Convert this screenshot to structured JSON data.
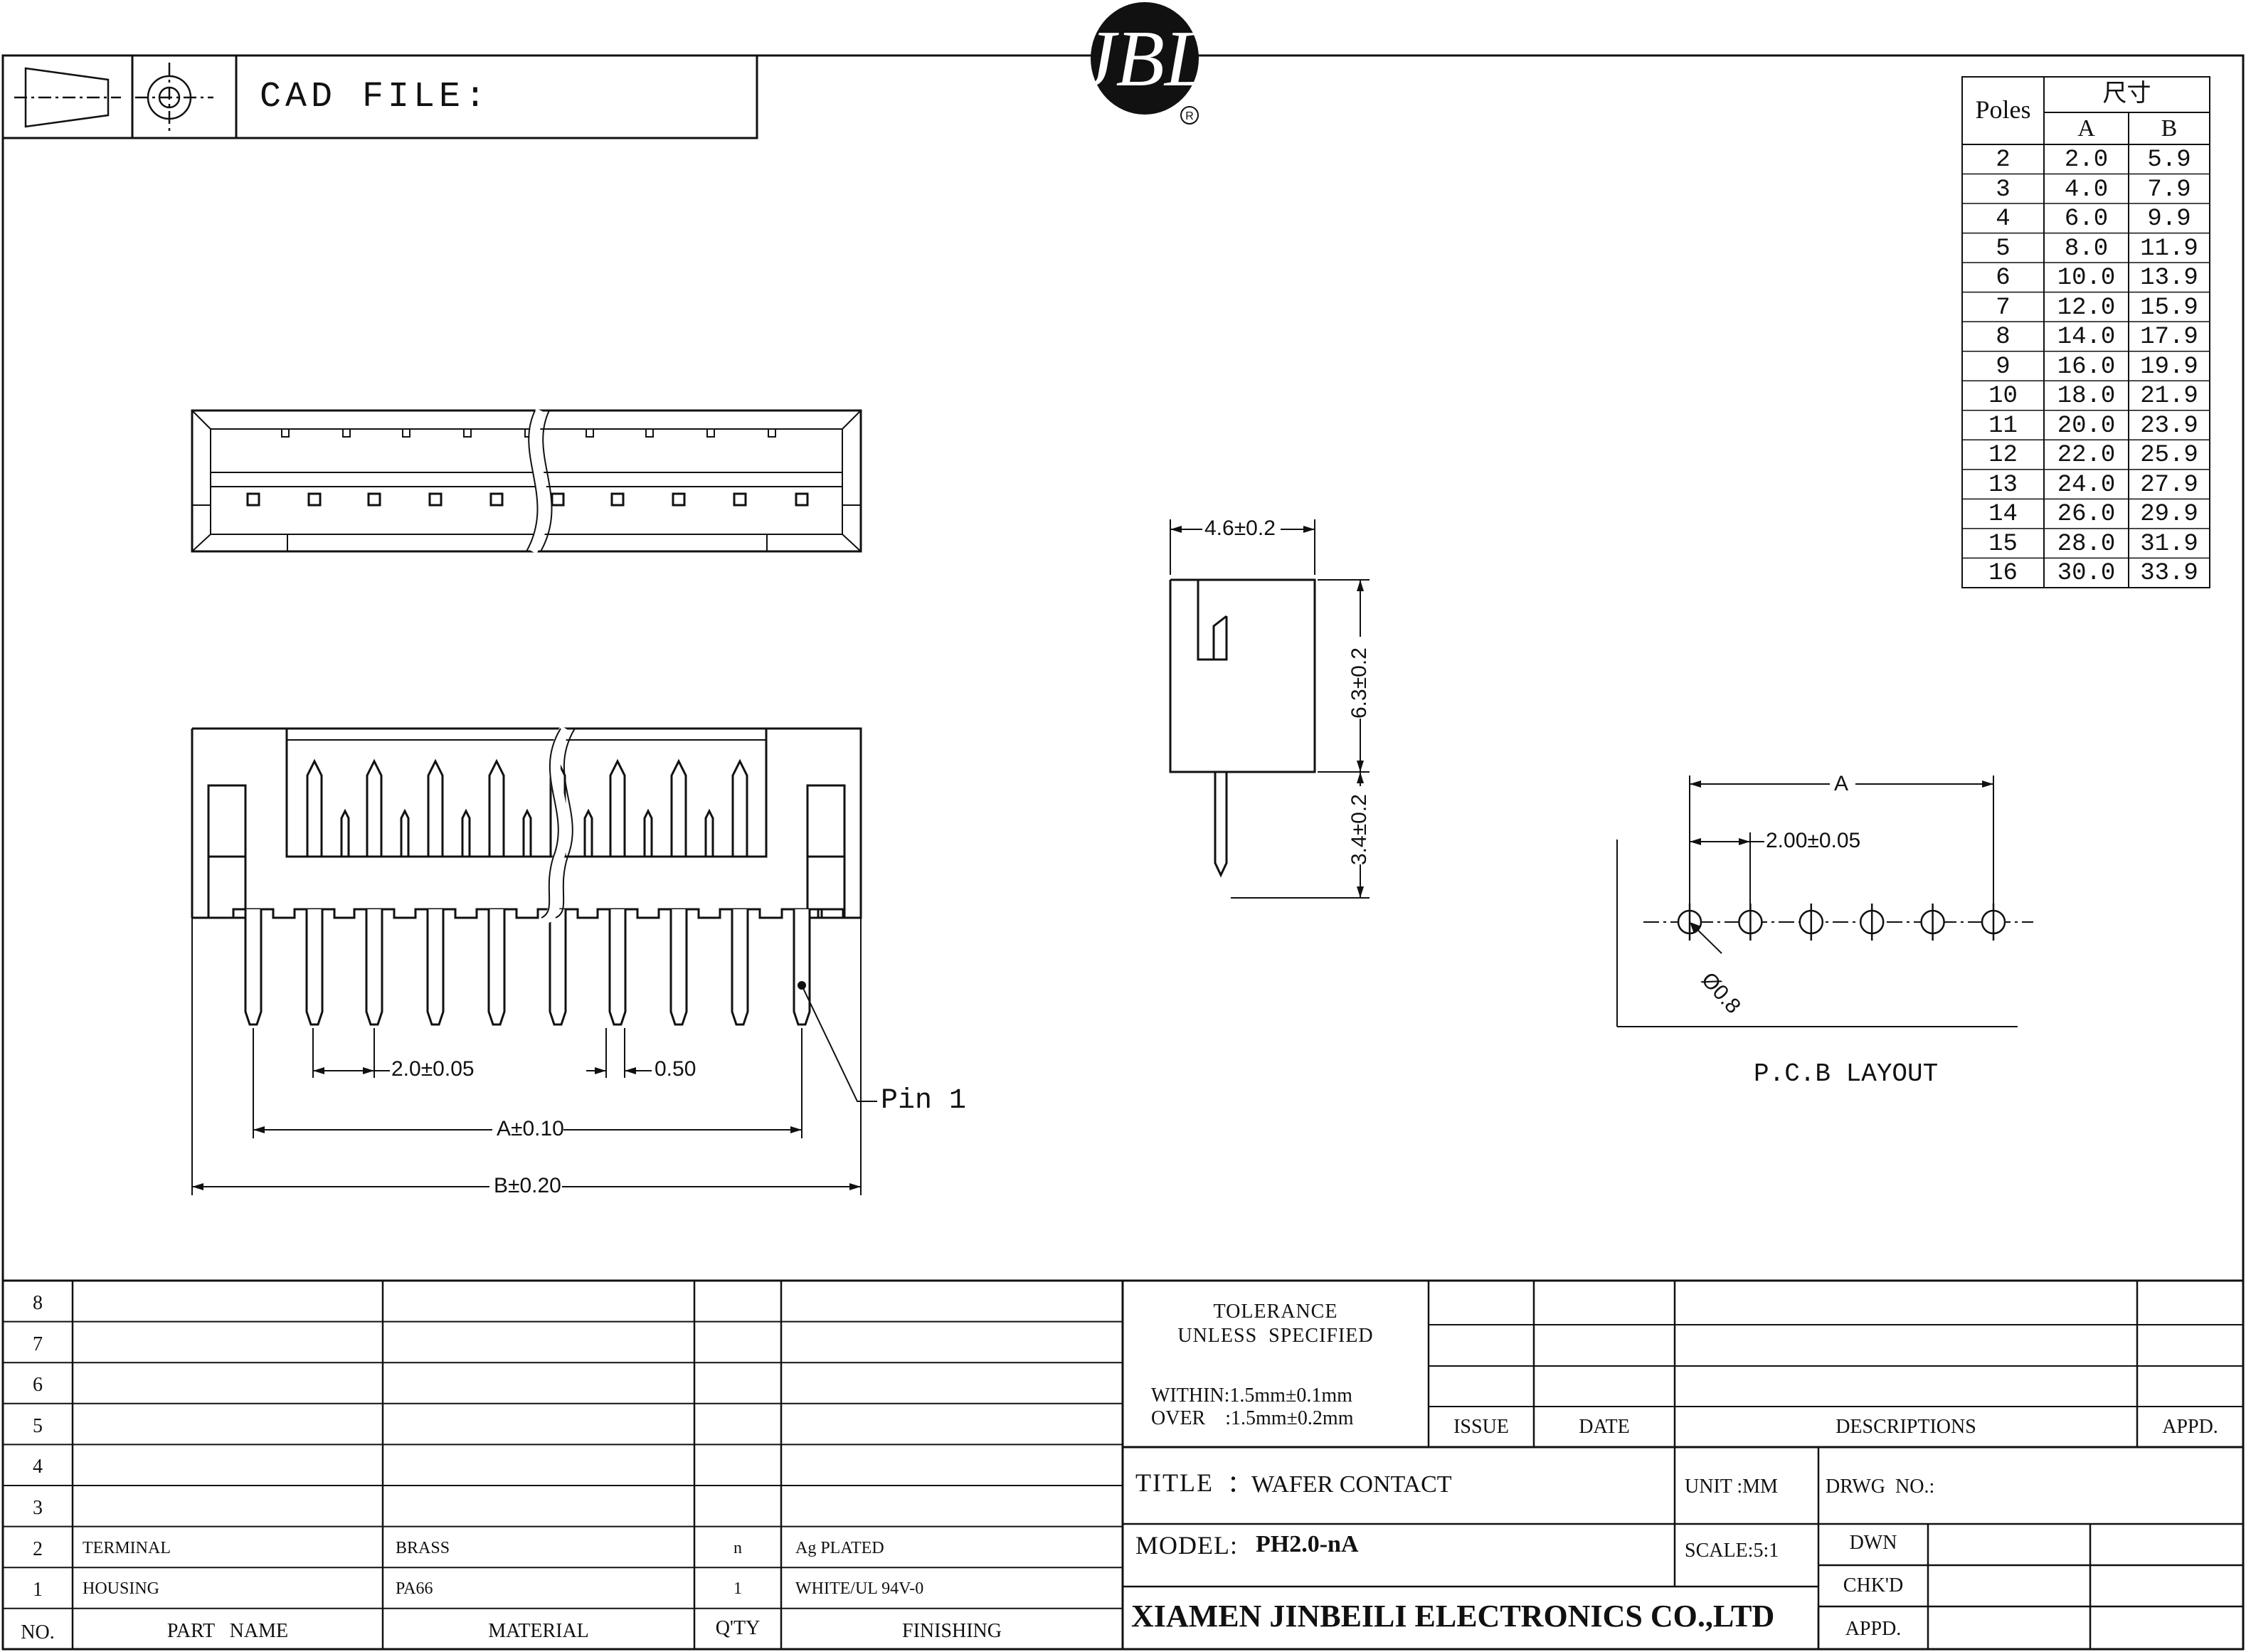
{
  "header": {
    "cad_file_label": "CAD FILE:",
    "logo_text": "JBL",
    "registered_mark": "R"
  },
  "poles_table": {
    "poles_header": "Poles",
    "size_header": "尺寸",
    "col_a": "A",
    "col_b": "B",
    "rows": [
      [
        "2",
        "2.0",
        "5.9"
      ],
      [
        "3",
        "4.0",
        "7.9"
      ],
      [
        "4",
        "6.0",
        "9.9"
      ],
      [
        "5",
        "8.0",
        "11.9"
      ],
      [
        "6",
        "10.0",
        "13.9"
      ],
      [
        "7",
        "12.0",
        "15.9"
      ],
      [
        "8",
        "14.0",
        "17.9"
      ],
      [
        "9",
        "16.0",
        "19.9"
      ],
      [
        "10",
        "18.0",
        "21.9"
      ],
      [
        "11",
        "20.0",
        "23.9"
      ],
      [
        "12",
        "22.0",
        "25.9"
      ],
      [
        "13",
        "24.0",
        "27.9"
      ],
      [
        "14",
        "26.0",
        "29.9"
      ],
      [
        "15",
        "28.0",
        "31.9"
      ],
      [
        "16",
        "30.0",
        "33.9"
      ]
    ]
  },
  "front_view": {
    "pitch_dim": "2.0±0.05",
    "pin_dim": "0.50",
    "a_dim": "A±0.10",
    "b_dim": "B±0.20",
    "pin1_label": "Pin 1"
  },
  "side_view": {
    "width_dim": "4.6±0.2",
    "height_dim": "6.3±0.2",
    "pin_dim": "3.4±0.2"
  },
  "pcb_layout": {
    "a_label": "A",
    "pitch_dim": "2.00±0.05",
    "hole_dim": "Ø0.8",
    "title": "P.C.B LAYOUT"
  },
  "bom": {
    "rows": [
      {
        "no": "8",
        "part": "",
        "material": "",
        "qty": "",
        "finishing": ""
      },
      {
        "no": "7",
        "part": "",
        "material": "",
        "qty": "",
        "finishing": ""
      },
      {
        "no": "6",
        "part": "",
        "material": "",
        "qty": "",
        "finishing": ""
      },
      {
        "no": "5",
        "part": "",
        "material": "",
        "qty": "",
        "finishing": ""
      },
      {
        "no": "4",
        "part": "",
        "material": "",
        "qty": "",
        "finishing": ""
      },
      {
        "no": "3",
        "part": "",
        "material": "",
        "qty": "",
        "finishing": ""
      },
      {
        "no": "2",
        "part": "TERMINAL",
        "material": "BRASS",
        "qty": "n",
        "finishing": "Ag PLATED"
      },
      {
        "no": "1",
        "part": "HOUSING",
        "material": "PA66",
        "qty": "1",
        "finishing": "WHITE/UL 94V-0"
      }
    ],
    "headers": {
      "no": "NO.",
      "part": "PART   NAME",
      "material": "MATERIAL",
      "qty": "Q'TY",
      "finishing": "FINISHING"
    }
  },
  "title_block": {
    "tolerance_1": "TOLERANCE",
    "tolerance_2": "UNLESS  SPECIFIED",
    "within": "WITHIN:1.5mm±0.1mm",
    "over": "OVER    :1.5mm±0.2mm",
    "issue": "ISSUE",
    "date": "DATE",
    "descriptions": "DESCRIPTIONS",
    "appd_top": "APPD.",
    "title_label": "TITLE",
    "title_value": "：WAFER CONTACT",
    "unit": "UNIT :MM",
    "drwg_no": "DRWG  NO.:",
    "model_label": "MODEL:",
    "model_value": "PH2.0-nA",
    "scale": "SCALE:5:1",
    "dwn": "DWN",
    "chkd": "CHK'D",
    "appd_bottom": "APPD.",
    "company": "XIAMEN JINBEILI ELECTRONICS CO.,LTD"
  }
}
